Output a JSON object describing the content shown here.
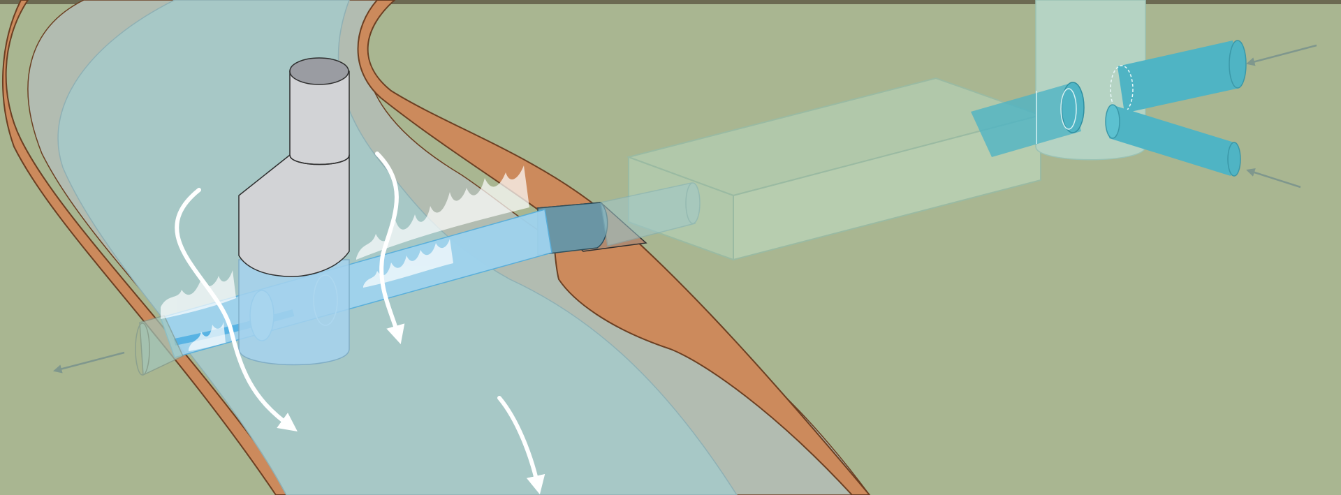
{
  "scene": {
    "colors": {
      "ground": "#a9b691",
      "photo_strip": "#6c6a52",
      "bank": "#cc8a5c",
      "bank_edge": "#6b3f22",
      "channel": "#b2bcb1",
      "water": "#a7c8c6",
      "standpipe": "#d2d3d6",
      "pipe_fill": "#9fd3ee",
      "pipe_edge": "#56aedc",
      "bubbles": "#ffffff",
      "ghost_box": "#b8d8c0",
      "junction_pipe": "#4fb4c4",
      "arrow_gray": "#7f978d",
      "flow_arrow": "#ffffff"
    },
    "elements": [
      "stream-channel",
      "stream-bank",
      "standpipe-tower",
      "diffuser-pipe",
      "aeration-bubbles",
      "buried-pipe-box",
      "junction-manhole",
      "inflow-pipe-upper",
      "inflow-pipe-lower",
      "flow-arrows",
      "direction-arrows"
    ]
  }
}
